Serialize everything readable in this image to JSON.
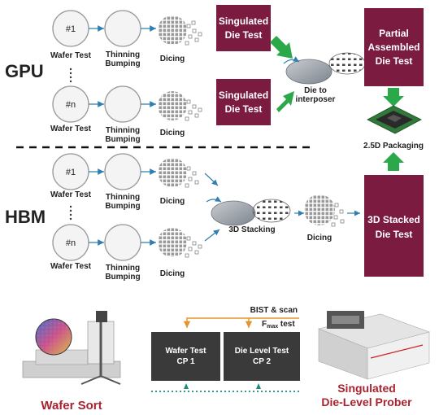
{
  "sections": {
    "gpu_label": "GPU",
    "hbm_label": "HBM"
  },
  "gpu_flow": {
    "wafer1_id": "#1",
    "wafern_id": "#n",
    "wafer_test": "Wafer Test",
    "thinning_line1": "Thinning",
    "thinning_line2": "Bumping",
    "dicing": "Dicing",
    "singulated_line1": "Singulated",
    "singulated_line2": "Die Test",
    "die_to_line1": "Die to",
    "die_to_line2": "interposer"
  },
  "right_column": {
    "partial_line1": "Partial",
    "partial_line2": "Assembled",
    "partial_line3": "Die Test",
    "packaging": "2.5D Packaging",
    "stacked_line1": "3D Stacked",
    "stacked_line2": "Die Test"
  },
  "hbm_flow": {
    "wafer1_id": "#1",
    "wafern_id": "#n",
    "wafer_test": "Wafer Test",
    "thinning_line1": "Thinning",
    "thinning_line2": "Bumping",
    "dicing": "Dicing",
    "stacking": "3D Stacking"
  },
  "bottom": {
    "wafer_sort": "Wafer Sort",
    "bist": "BIST & scan",
    "fmax_main": "F",
    "fmax_sub": "max",
    "fmax_rest": " test",
    "cp1_line1": "Wafer Test",
    "cp1_line2": "CP 1",
    "cp2_line1": "Die Level Test",
    "cp2_line2": "CP 2",
    "prober_line1": "Singulated",
    "prober_line2": "Die-Level Prober"
  },
  "colors": {
    "maroon": "#7b1b3f",
    "green": "#2aa84a",
    "arrow_blue": "#2f7fb0",
    "wafer_stroke": "#999999",
    "orange": "#e5942c",
    "test_box": "#3a3a3a",
    "teal": "#1a8a7a",
    "label_red": "#a8232e"
  }
}
